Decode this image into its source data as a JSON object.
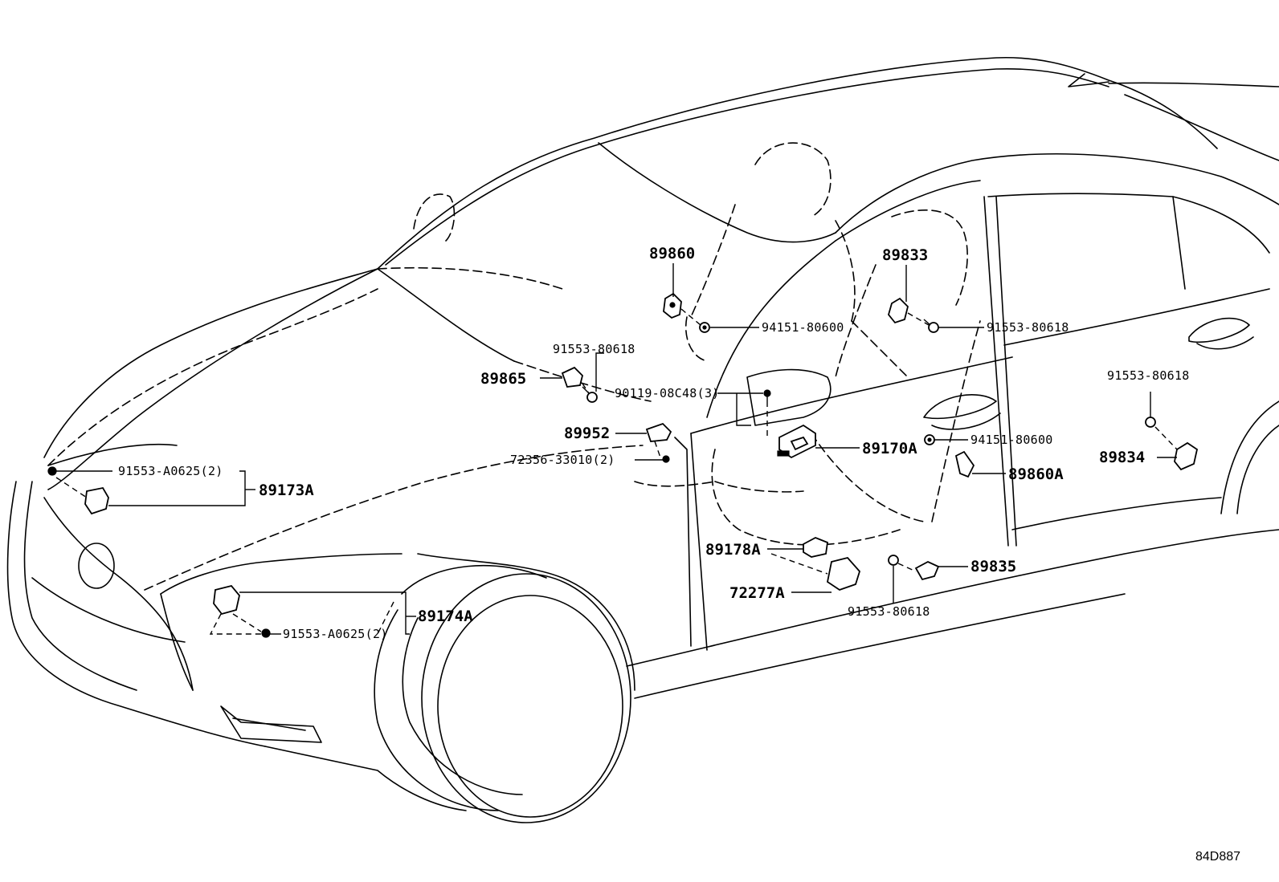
{
  "labels": {
    "p89860": "89860",
    "p89833": "89833",
    "p94151_a": "94151-80600",
    "p91553_80618_a": "91553-80618",
    "p91553_80618_b": "91553-80618",
    "p89865": "89865",
    "p90119": "90119-08C48(3)",
    "p89952": "89952",
    "p72356": "72356-33010(2)",
    "p89170A": "89170A",
    "p94151_b": "94151-80600",
    "p89860A": "89860A",
    "p91553_80618_c": "91553-80618",
    "p89834": "89834",
    "p91553_A0625_a": "91553-A0625(2)",
    "p89173A": "89173A",
    "p89178A": "89178A",
    "p72277A": "72277A",
    "p89835": "89835",
    "p91553_80618_d": "91553-80618",
    "p91553_A0625_b": "91553-A0625(2)",
    "p89174A": "89174A"
  },
  "diagram_code": "84D887"
}
